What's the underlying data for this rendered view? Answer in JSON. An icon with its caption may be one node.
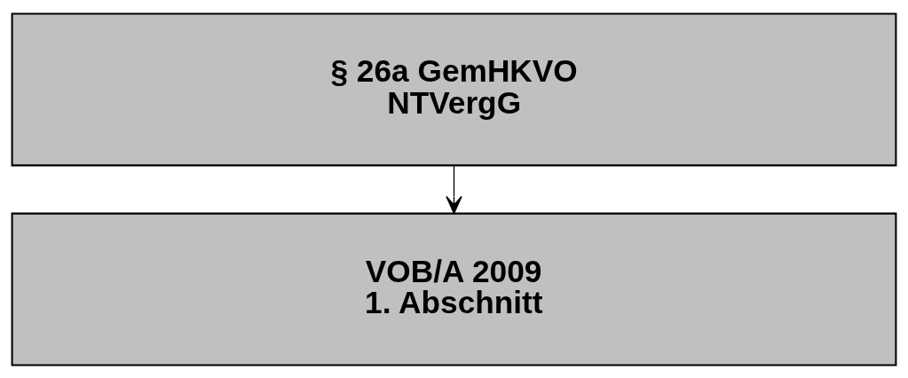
{
  "diagram": {
    "nodes": [
      {
        "text": [
          "§ 26a GemHKVO",
          "NTVergG"
        ]
      },
      {
        "text": [
          "VOB/A 2009",
          "1. Abschnitt"
        ]
      }
    ],
    "edges": [
      {
        "from": 0,
        "to": 1,
        "arrow": "to"
      }
    ]
  }
}
